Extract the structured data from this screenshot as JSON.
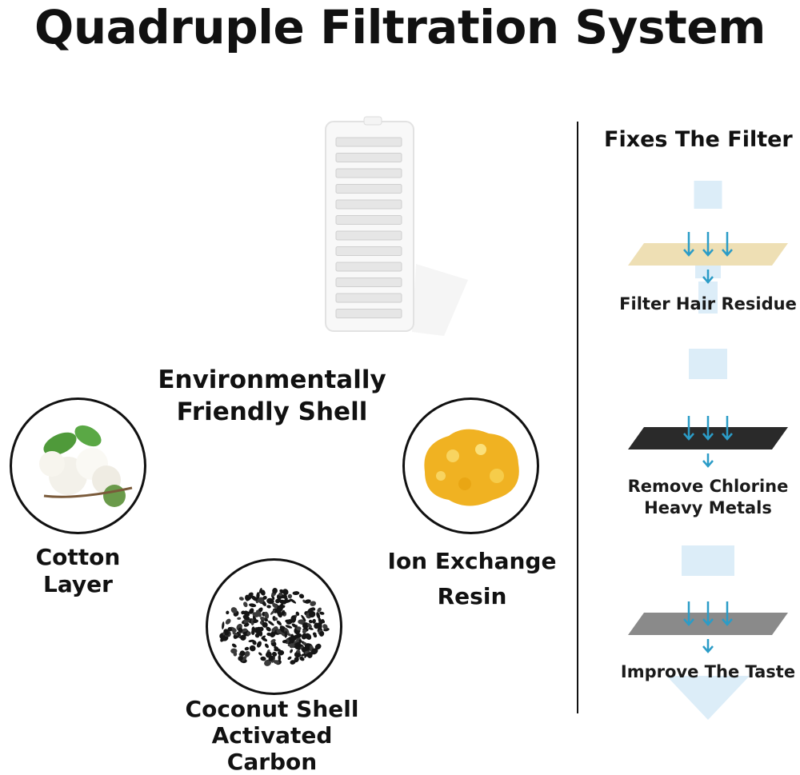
{
  "title": "Quadruple Filtration System",
  "shell_label": [
    "Environmentally",
    "Friendly Shell"
  ],
  "layers": {
    "cotton": "Cotton Layer",
    "resin": [
      "Ion Exchange",
      "Resin"
    ],
    "carbon": [
      "Coconut Shell",
      "Activated Carbon"
    ]
  },
  "filter_panel": {
    "heading": "Fixes The Filter",
    "stages": [
      {
        "label": [
          "Filter Hair Residue"
        ],
        "color": "#eedfb4"
      },
      {
        "label": [
          "Remove Chlorine",
          "Heavy Metals"
        ],
        "color": "#2a2a2a"
      },
      {
        "label": [
          "Improve The Taste"
        ],
        "color": "#8a8a8a"
      }
    ]
  },
  "colors": {
    "arrow": "#2b9cc7",
    "water": "#dcedf8"
  },
  "icons": [
    "filter-cartridge-icon",
    "cotton-icon",
    "resin-icon",
    "carbon-icon",
    "arrow-down-icon"
  ]
}
